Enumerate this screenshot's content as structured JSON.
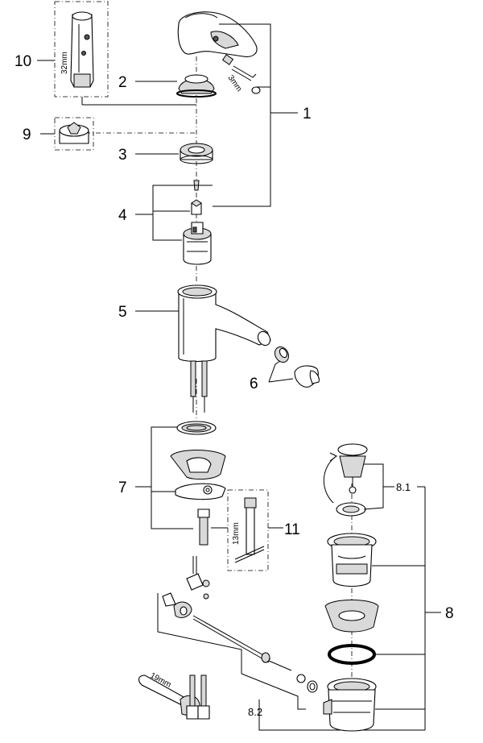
{
  "callouts": {
    "c1": "1",
    "c2": "2",
    "c3": "3",
    "c4": "4",
    "c5": "5",
    "c6": "6",
    "c7": "7",
    "c8": "8",
    "c8_1": "8.1",
    "c8_2": "8.2",
    "c9": "9",
    "c10": "10",
    "c11": "11"
  },
  "dimensions": {
    "hex_key": "3mm",
    "tool_32": "32mm",
    "tool_13": "13mm",
    "wrench_19": "19mm"
  }
}
